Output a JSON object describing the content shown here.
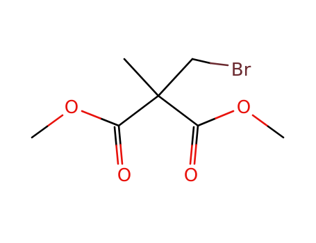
{
  "colors": {
    "carbon_bond": "#000000",
    "oxygen": "#e8120c",
    "bromine": "#6b2a30",
    "background": "#ffffff"
  },
  "atoms": {
    "bromine": {
      "label": "Br",
      "element": "Br"
    },
    "ester_oxygen_left": {
      "label": "O",
      "element": "O"
    },
    "ester_oxygen_right": {
      "label": "O",
      "element": "O"
    },
    "carbonyl_oxygen_left": {
      "label": "O",
      "element": "O"
    },
    "carbonyl_oxygen_right": {
      "label": "O",
      "element": "O"
    }
  }
}
